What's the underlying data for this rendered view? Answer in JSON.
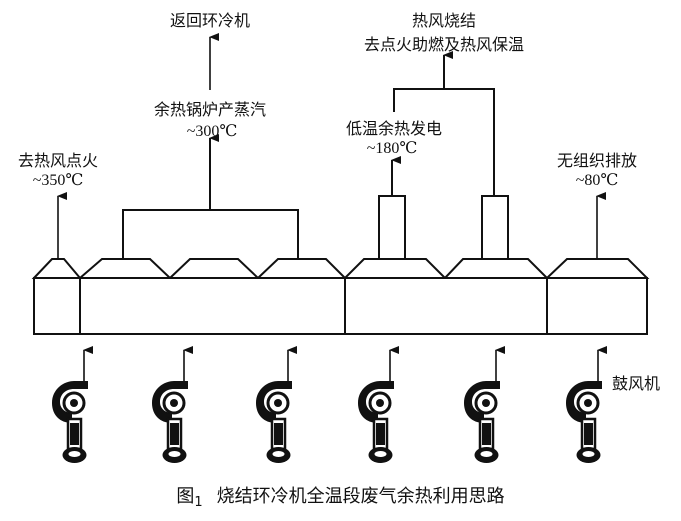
{
  "labels": {
    "return_cooler": "返回环冷机",
    "hot_air_sinter": "热风烧结",
    "ignition_support": "去点火助燃及热风保温",
    "waste_heat_boiler": "余热锅炉产蒸汽",
    "boiler_temp": "~300℃",
    "low_temp_power": "低温余热发电",
    "power_temp": "~180℃",
    "hot_air_ignition": "去热风点火",
    "ignition_temp": "~350℃",
    "unorganized_exhaust": "无组织排放",
    "exhaust_temp": "~80℃",
    "blower": "鼓风机"
  },
  "caption": {
    "figure_prefix": "图",
    "figure_number": "1",
    "title": "烧结环冷机全温段废气余热利用思路"
  }
}
